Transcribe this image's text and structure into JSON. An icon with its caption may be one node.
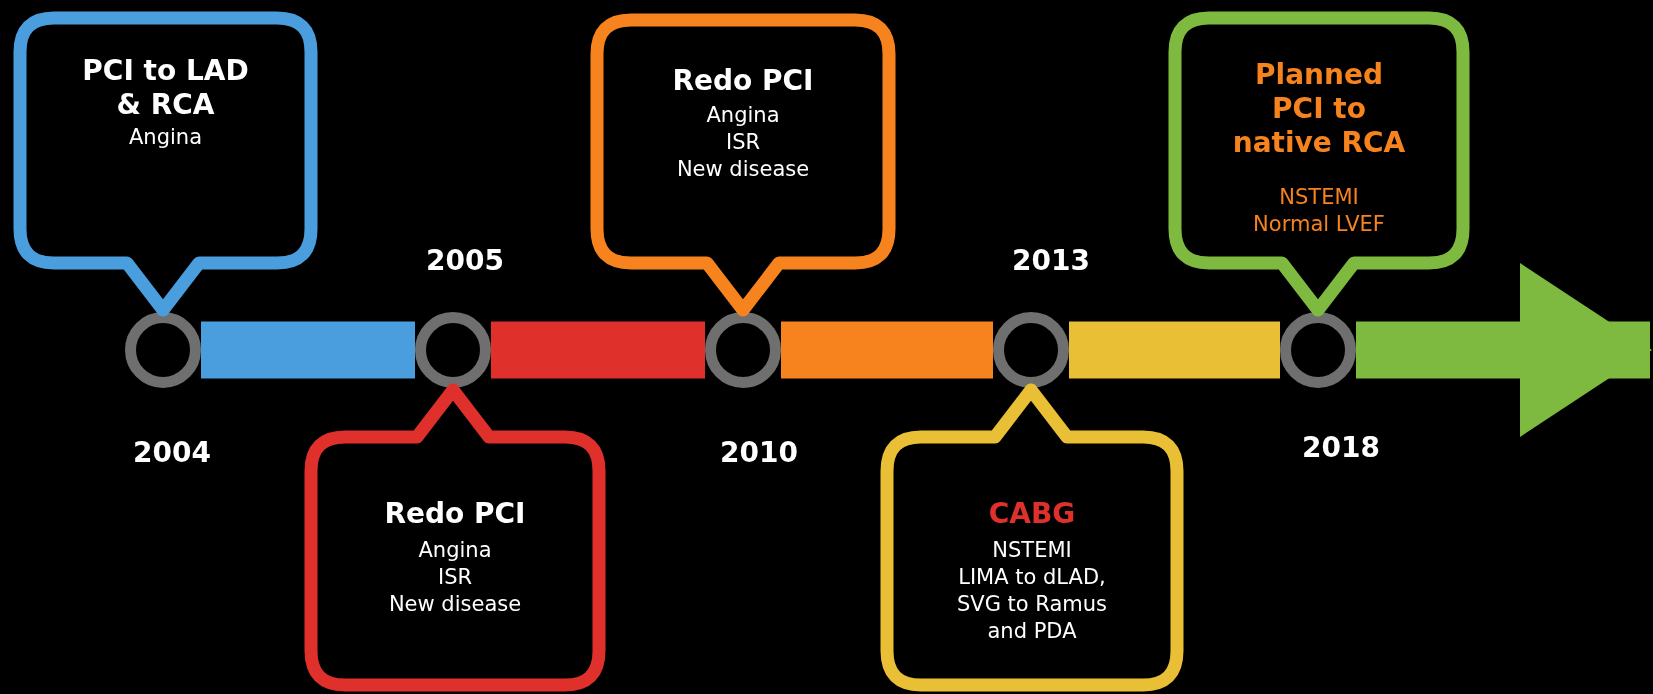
{
  "diagram": {
    "nodes": [
      {
        "text": [],
        "shape": "circle",
        "beside": [
          "2004"
        ]
      },
      {
        "text": [],
        "shape": "circle",
        "beside": [
          "2005"
        ]
      },
      {
        "text": [],
        "shape": "circle",
        "beside": [
          "2010"
        ]
      },
      {
        "text": [],
        "shape": "circle",
        "beside": [
          "2013"
        ]
      },
      {
        "text": [],
        "shape": "circle",
        "beside": [
          "2018"
        ]
      },
      {
        "text": [
          "PCI to LAD & RCA",
          "Angina"
        ]
      },
      {
        "text": [
          "Redo PCI",
          "Angina",
          "ISR",
          "New disease"
        ]
      },
      {
        "text": [
          "Redo PCI",
          "Angina",
          "ISR",
          "New disease"
        ]
      },
      {
        "text": [
          "CABG",
          "NSTEMI",
          "LIMA to dLAD, SVG to Ramus and PDA"
        ]
      },
      {
        "text": [
          "Planned PCI to native RCA",
          "NSTEMI",
          "Normal LVEF"
        ]
      }
    ],
    "edges": [
      {
        "from": 0,
        "to": 1,
        "arrow": "none",
        "color": "#4a9ede"
      },
      {
        "from": 1,
        "to": 2,
        "arrow": "none",
        "color": "#e0302b"
      },
      {
        "from": 2,
        "to": 3,
        "arrow": "none",
        "color": "#f7831e"
      },
      {
        "from": 3,
        "to": 4,
        "arrow": "none",
        "color": "#e8bf35"
      },
      {
        "from": 4,
        "to": null,
        "arrow": "to",
        "color": "#7dba3f"
      }
    ]
  }
}
